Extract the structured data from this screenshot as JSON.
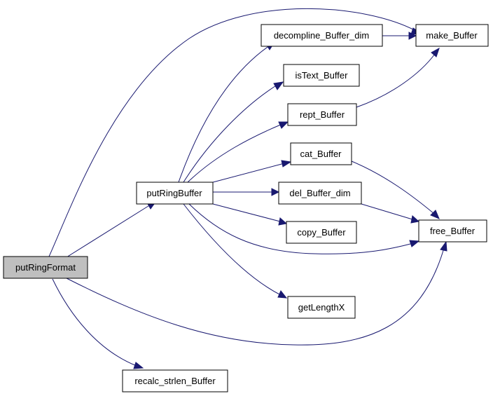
{
  "graph": {
    "nodes": {
      "putRingFormat": "putRingFormat",
      "putRingBuffer": "putRingBuffer",
      "recalc_strlen_Buffer": "recalc_strlen_Buffer",
      "decompline_Buffer_dim": "decompline_Buffer_dim",
      "isText_Buffer": "isText_Buffer",
      "rept_Buffer": "rept_Buffer",
      "cat_Buffer": "cat_Buffer",
      "del_Buffer_dim": "del_Buffer_dim",
      "copy_Buffer": "copy_Buffer",
      "getLengthX": "getLengthX",
      "make_Buffer": "make_Buffer",
      "free_Buffer": "free_Buffer"
    },
    "root": "putRingFormat",
    "edges": [
      [
        "putRingFormat",
        "putRingBuffer"
      ],
      [
        "putRingFormat",
        "make_Buffer"
      ],
      [
        "putRingFormat",
        "free_Buffer"
      ],
      [
        "putRingFormat",
        "recalc_strlen_Buffer"
      ],
      [
        "putRingBuffer",
        "decompline_Buffer_dim"
      ],
      [
        "putRingBuffer",
        "isText_Buffer"
      ],
      [
        "putRingBuffer",
        "rept_Buffer"
      ],
      [
        "putRingBuffer",
        "cat_Buffer"
      ],
      [
        "putRingBuffer",
        "del_Buffer_dim"
      ],
      [
        "putRingBuffer",
        "copy_Buffer"
      ],
      [
        "putRingBuffer",
        "free_Buffer"
      ],
      [
        "putRingBuffer",
        "getLengthX"
      ],
      [
        "decompline_Buffer_dim",
        "make_Buffer"
      ],
      [
        "rept_Buffer",
        "make_Buffer"
      ],
      [
        "cat_Buffer",
        "free_Buffer"
      ],
      [
        "del_Buffer_dim",
        "free_Buffer"
      ]
    ],
    "colors": {
      "edge": "#191970",
      "root_fill": "#bfbfbf",
      "node_fill": "#ffffff",
      "border": "#000000"
    }
  }
}
